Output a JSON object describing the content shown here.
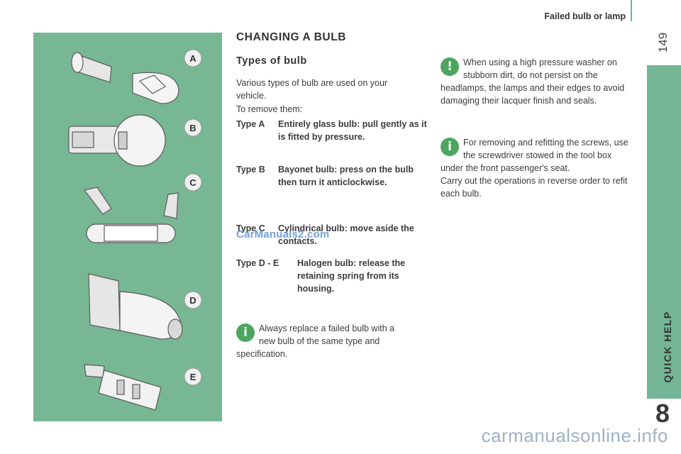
{
  "header": {
    "title": "Failed bulb or lamp",
    "page_number": "149"
  },
  "side_tab": {
    "label": "QUICK HELP",
    "chapter": "8"
  },
  "illustration": {
    "labels": [
      "A",
      "B",
      "C",
      "D",
      "E"
    ]
  },
  "content": {
    "section_title": "CHANGING A BULB",
    "subtitle": "Types of bulb",
    "intro": "Various types of bulb are used on your vehicle.",
    "remove_intro": "To remove them:",
    "types": [
      {
        "label": "Type A",
        "desc": "Entirely glass bulb: pull gently as it is fitted by pressure."
      },
      {
        "label": "Type B",
        "desc": "Bayonet bulb: press on the bulb then turn it anticlockwise."
      },
      {
        "label": "Type C",
        "desc": "Cylindrical bulb: move aside the contacts."
      },
      {
        "label": "Type D - E",
        "desc": "Halogen bulb: release the retaining spring from its housing."
      }
    ],
    "note_replace": "Always replace a failed bulb with a new bulb of the same type and specification."
  },
  "right_column": {
    "warning_text": "When using a high pressure washer on stubborn dirt, do not persist on the headlamps, the lamps and their edges to avoid damaging their lacquer finish and seals.",
    "info_text": "For removing and refitting the screws, use the screwdriver stowed in the tool box under the front passenger's seat.",
    "reverse_text": "Carry out the operations in reverse order to refit each bulb."
  },
  "icons": {
    "warning": "!",
    "info": "i"
  },
  "watermarks": {
    "overlay": "CarManuals2.com",
    "footer": "carmanualsonline.info"
  },
  "colors": {
    "accent_green": "#77b793",
    "icon_green": "#4da560"
  }
}
